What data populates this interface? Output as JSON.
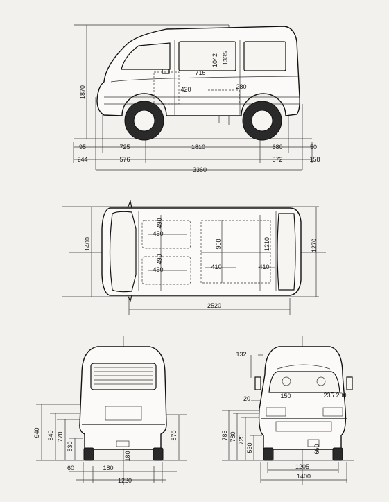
{
  "side_view": {
    "dims": {
      "overall_height": "1870",
      "interior_height": "1335",
      "door_height": "1042",
      "seat_depth": "715",
      "seat_front": "420",
      "seat_rear": "280",
      "front_overhang_top": "95",
      "front_to_wheel": "725",
      "wheelbase": "1810",
      "rear_wheel_to_end": "680",
      "rear_tail": "50",
      "front_bumper": "244",
      "front_wheel_offset": "576",
      "rear_wheel_offset": "572",
      "rear_bumper": "158",
      "overall_length": "3360"
    }
  },
  "top_view": {
    "dims": {
      "seat_gap_front": "490",
      "seat_width_front": "450",
      "seat_gap_rear": "490",
      "seat_width_rear": "450",
      "cargo_width": "960",
      "interior_width": "1210",
      "overall_width": "1400",
      "rear_width": "1270",
      "cargo_len_mid": "410",
      "cargo_len_rear": "410",
      "cargo_length": "2520"
    }
  },
  "rear_view": {
    "dims": {
      "h1": "940",
      "h2": "840",
      "h3": "770",
      "h4": "530",
      "right_h": "870",
      "clearance": "180",
      "tire_side": "60",
      "inner": "180",
      "width": "1220"
    }
  },
  "front_view": {
    "dims": {
      "mirror": "132",
      "left_gap": "20",
      "lamp_w": "150",
      "right_a": "235",
      "right_b": "200",
      "h1": "785",
      "h2": "780",
      "h3": "725",
      "h4": "530",
      "ground": "660",
      "track": "1205",
      "width": "1400"
    }
  }
}
